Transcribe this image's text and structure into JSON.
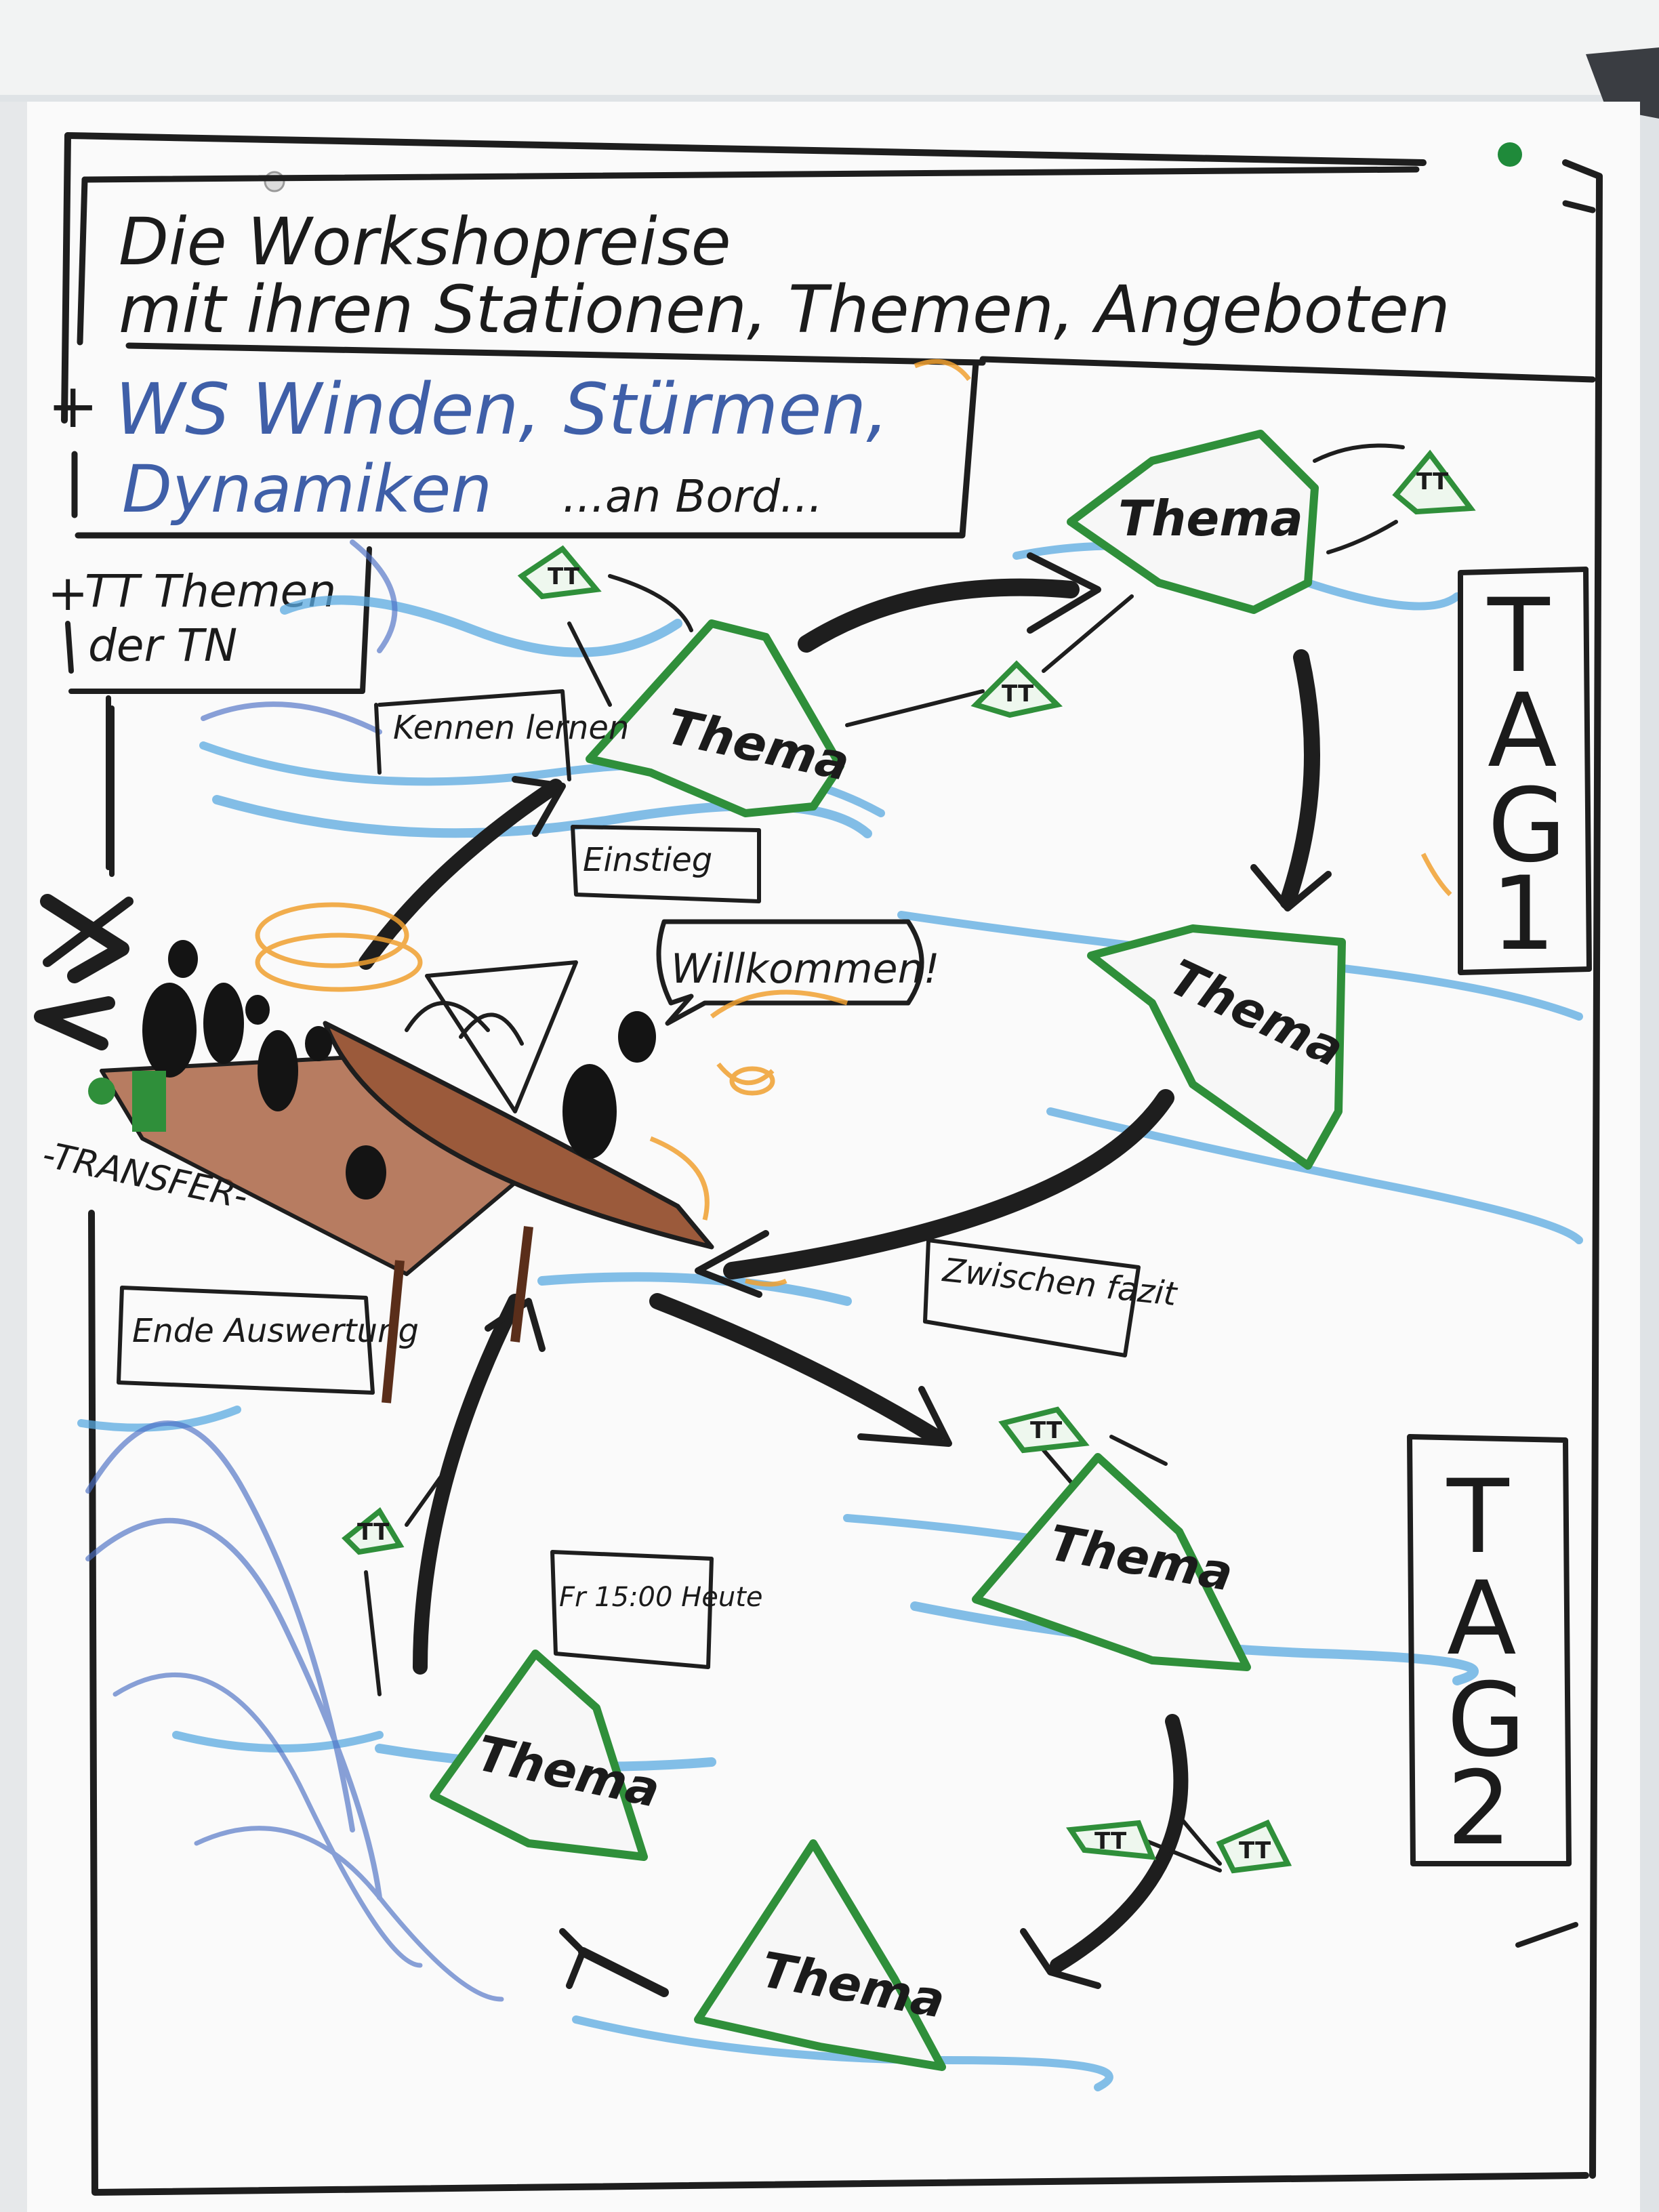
{
  "title": {
    "line1": "Die Workshopreise",
    "line2": "mit ihren Stationen, Themen, Angeboten"
  },
  "blue_box": {
    "prefix": "+",
    "line1": "WS Winden, Stürmen,",
    "line2": "Dynamiken",
    "line2_suffix": "...an Bord..."
  },
  "tt_note": {
    "prefix": "+",
    "line1": "TT Themen",
    "line2": "der TN"
  },
  "labels": {
    "kennen": "Kennen lernen",
    "einstieg": "Einstieg",
    "willkommen": "Willkommen!",
    "transfer": "-TRANSFER-",
    "zwischenfazit": "Zwischen fazit",
    "ende": "Ende Auswertung",
    "fr": "Fr 15:00 Heute"
  },
  "islands": [
    {
      "label": "Thema"
    },
    {
      "label": "Thema"
    },
    {
      "label": "Thema"
    },
    {
      "label": "Thema"
    },
    {
      "label": "Thema"
    },
    {
      "label": "Thema"
    }
  ],
  "tt_markers": [
    {
      "label": "TT"
    },
    {
      "label": "TT"
    },
    {
      "label": "TT"
    },
    {
      "label": "TT"
    },
    {
      "label": "TT"
    },
    {
      "label": "TT"
    },
    {
      "label": "TT"
    }
  ],
  "tag1": [
    "T",
    "A",
    "G",
    "1"
  ],
  "tag2": [
    "T",
    "A",
    "G",
    "2"
  ],
  "colors": {
    "ink": "#1e1e1e",
    "blue_marker": "#3f5fa8",
    "island_green": "#2f8f3a",
    "water_blue": "#5aa9e0",
    "boat_brown": "#8b4a2b",
    "accent_orange": "#f0a030",
    "paper": "#fafafa"
  }
}
